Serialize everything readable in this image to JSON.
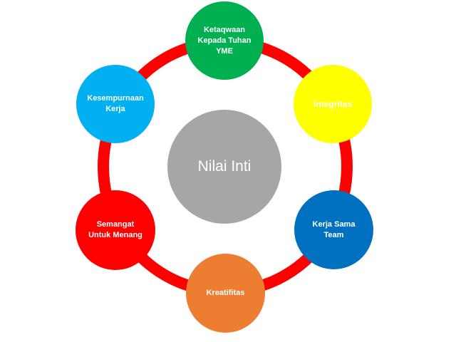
{
  "diagram": {
    "center": {
      "label": "Nilai Inti",
      "color": "#a6a6a6"
    },
    "ring_color": "#ff0000",
    "nodes": [
      {
        "label": "Ketaqwaan\nKepada Tuhan\nYME",
        "color": "#00b050",
        "text_color": "#ffffff"
      },
      {
        "label": "Integritas",
        "color": "#ffff00",
        "text_color": "#ffffff"
      },
      {
        "label": "Kerja Sama\nTeam",
        "color": "#0070c0",
        "text_color": "#ffffff"
      },
      {
        "label": "Kreatifitas",
        "color": "#ed7d31",
        "text_color": "#ffffff"
      },
      {
        "label": "Semangat\nUntuk Menang",
        "color": "#ff0000",
        "text_color": "#ffffff"
      },
      {
        "label": "Kesempurnaan\nKerja",
        "color": "#00b0f0",
        "text_color": "#ffffff"
      }
    ]
  }
}
